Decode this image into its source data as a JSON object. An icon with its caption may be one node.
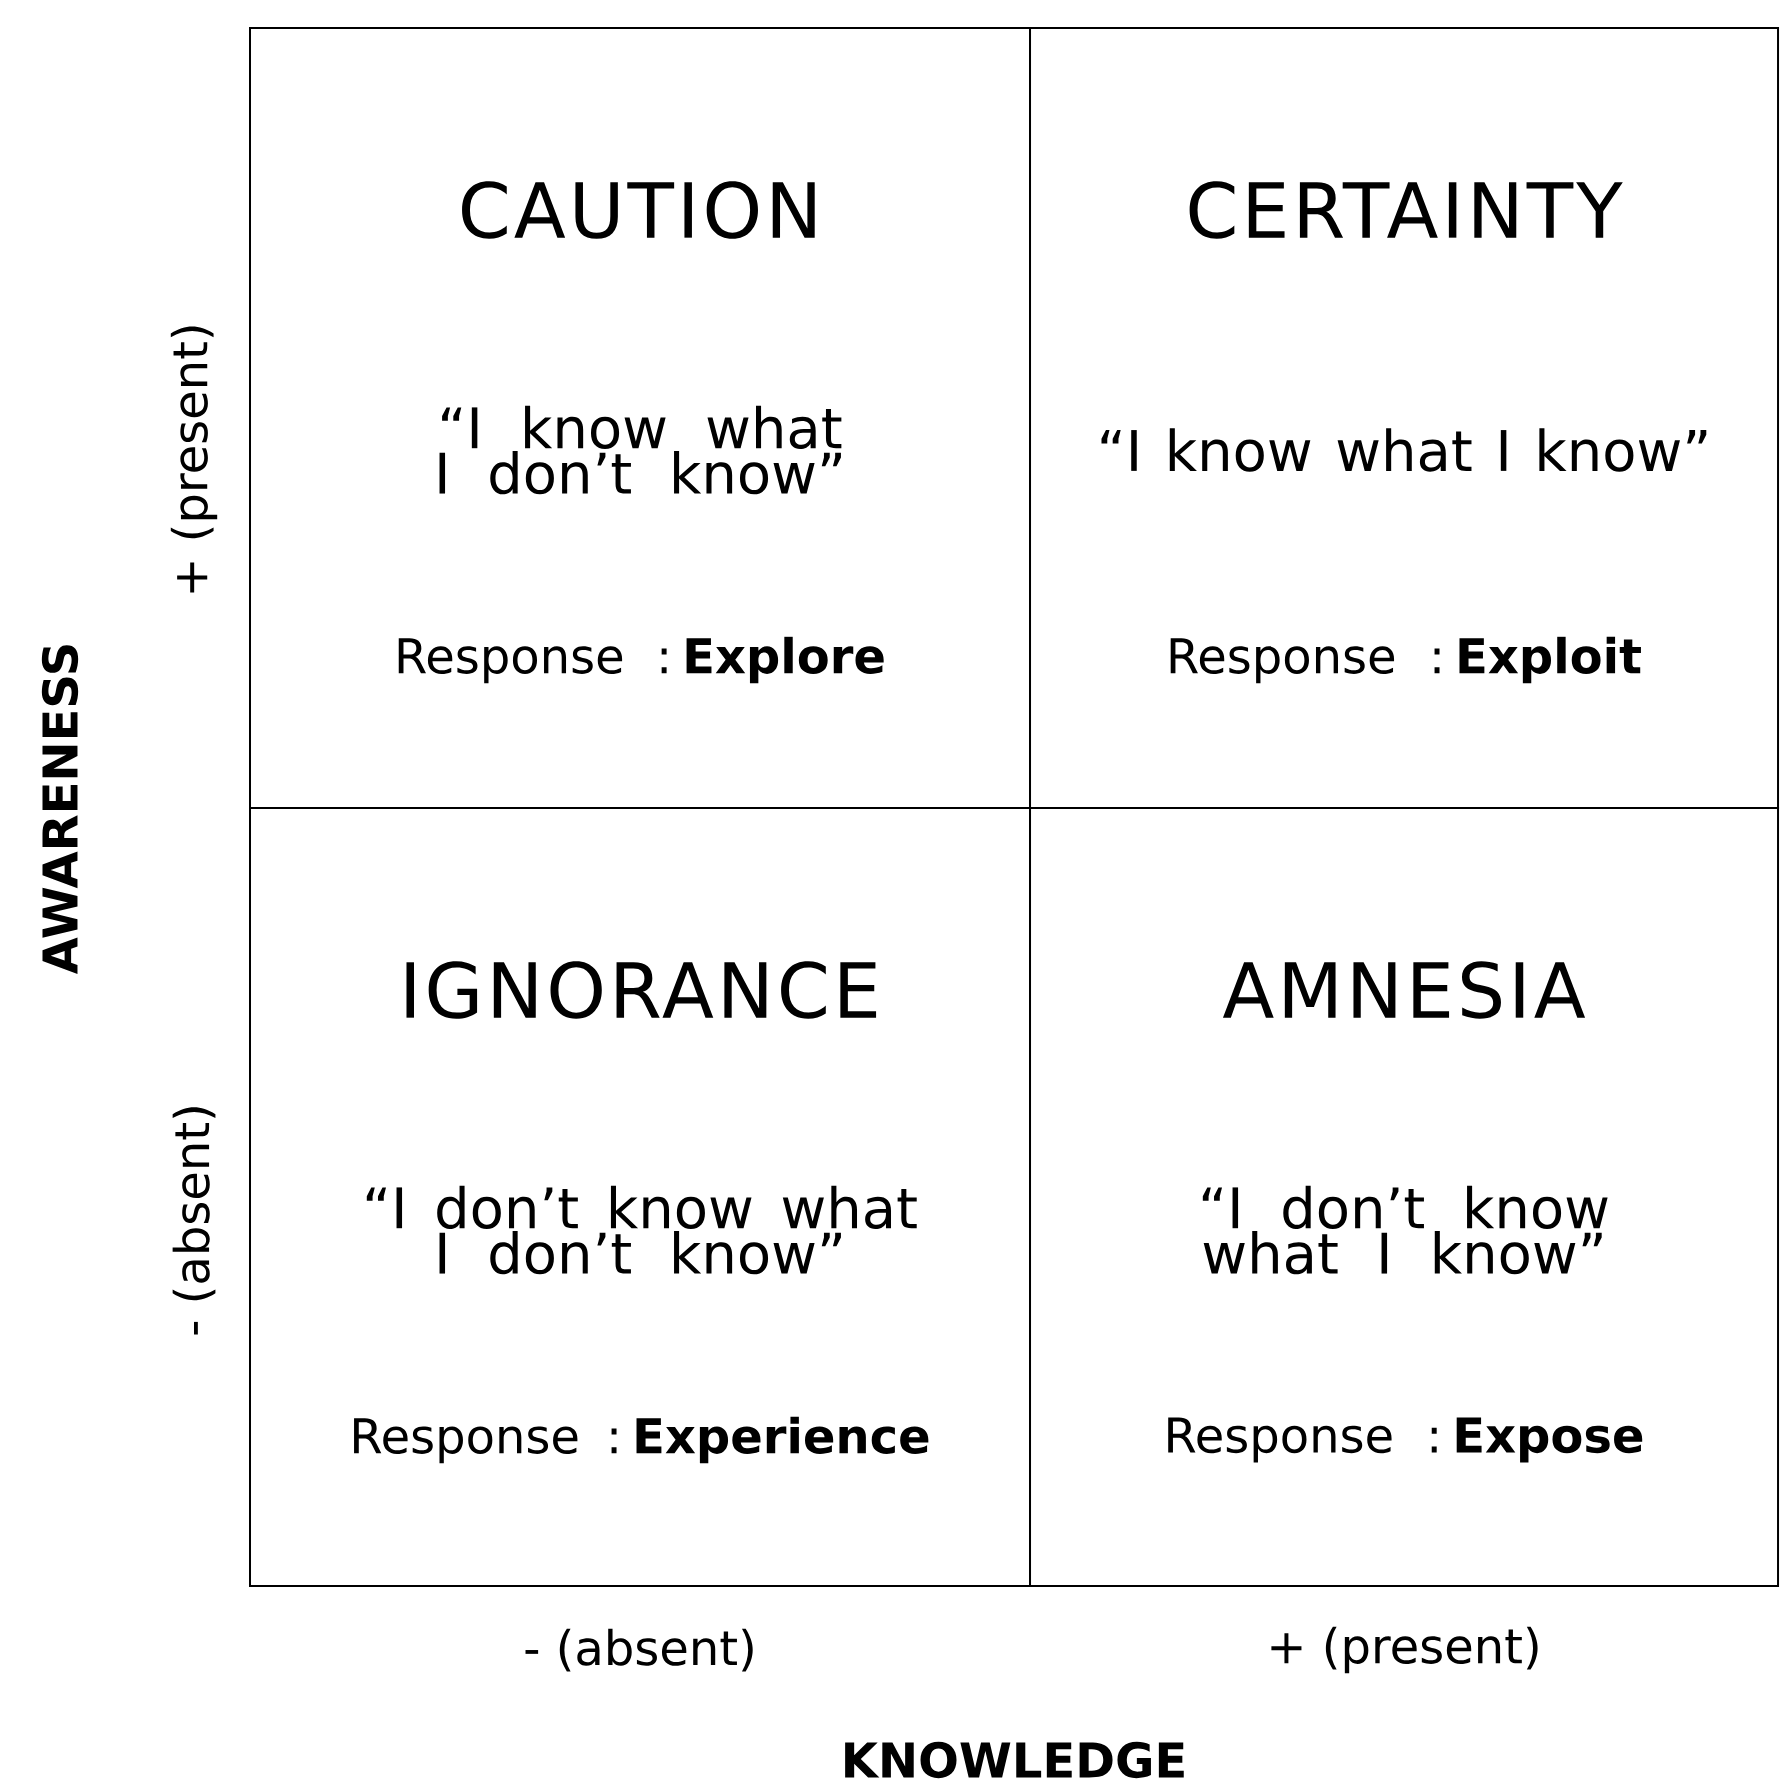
{
  "diagram": {
    "nodes": [
      {
        "text": [
          "CAUTION",
          "“I know what I don’t know”",
          "Response : **Explore**"
        ]
      },
      {
        "text": [
          "CERTAINTY",
          "“I know what I know”",
          "Response : **Exploit**"
        ]
      },
      {
        "text": [
          "IGNORANCE",
          "“I don’t know what I don’t know”",
          "Response : **Experience**"
        ]
      },
      {
        "text": [
          "AMNESIA",
          "“I don’t know what I know”",
          "Response : **Expose**"
        ]
      }
    ],
    "labels": [
      "+ (present)",
      "AWARENESS",
      "- (absent)",
      "- (absent)",
      "+ (present)",
      "KNOWLEDGE"
    ]
  }
}
